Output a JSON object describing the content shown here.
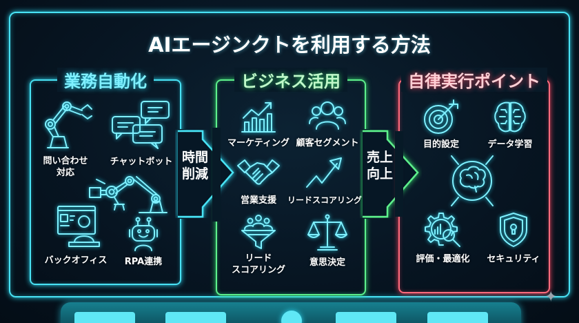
{
  "title": "AIエージンクトを利用する方法",
  "sections": [
    {
      "title": "業務自動化",
      "color": "#49e3f5",
      "items": [
        {
          "label": "問い合わせ\n対応",
          "label_lines": [
            "問い合わせ",
            "対応"
          ],
          "icon": "robot-arm-icon"
        },
        {
          "label": "チャットボット",
          "label_lines": [
            "チャットボット"
          ],
          "icon": "chat-bubbles-icon"
        },
        {
          "label": "",
          "label_lines": [],
          "icon": "robot-arm-gripper-icon"
        },
        {
          "label": "バックオフィス",
          "label_lines": [
            "バックオフィス"
          ],
          "icon": "office-worker-icon"
        },
        {
          "label": "RPA連携",
          "label_lines": [
            "RPA連携"
          ],
          "icon": "robot-face-icon"
        }
      ]
    },
    {
      "title": "ビジネス活用",
      "color": "#5ef08c",
      "items": [
        {
          "label": "マーケティング",
          "label_lines": [
            "マーケティング"
          ],
          "icon": "bar-chart-growth-icon"
        },
        {
          "label": "顧客セグメント",
          "label_lines": [
            "顧客セグメント"
          ],
          "icon": "user-group-icon"
        },
        {
          "label": "営業支援",
          "label_lines": [
            "営業支援"
          ],
          "icon": "handshake-icon"
        },
        {
          "label": "リードスコアリング",
          "label_lines": [
            "リードスコアリング"
          ],
          "icon": "trend-arrow-icon"
        },
        {
          "label": "リード\nスコアリング",
          "label_lines": [
            "リード",
            "スコアリング"
          ],
          "icon": "funnel-people-icon"
        },
        {
          "label": "意思決定",
          "label_lines": [
            "意思決定"
          ],
          "icon": "scales-icon"
        }
      ]
    },
    {
      "title": "自律実行ポイント",
      "color": "#ff6b7d",
      "items": [
        {
          "label": "目的設定",
          "label_lines": [
            "目的設定"
          ],
          "icon": "target-icon"
        },
        {
          "label": "データ学習",
          "label_lines": [
            "データ学習"
          ],
          "icon": "brain-icon"
        },
        {
          "label": "",
          "label_lines": [],
          "icon": "brain-circle-icon"
        },
        {
          "label": "評価・最適化",
          "label_lines": [
            "評価・最適化"
          ],
          "icon": "gear-magnifier-icon"
        },
        {
          "label": "セキュリティ",
          "label_lines": [
            "セキュリティ"
          ],
          "icon": "shield-lock-icon"
        }
      ]
    }
  ],
  "arrows": [
    {
      "label_lines": [
        "時間",
        "削減"
      ],
      "color": "#49e3f5"
    },
    {
      "label_lines": [
        "売上",
        "向上"
      ],
      "color": "#5ef08c"
    }
  ],
  "colors": {
    "background": "#071522",
    "cyan": "#49e3f5",
    "green": "#5ef08c",
    "red": "#ff6b7d",
    "icon": "#7ff0ff",
    "bottom_bar": "#17808f",
    "bottom_button": "#5fe7f5"
  },
  "bottom_bar": {
    "buttons": 4,
    "center_dot": true
  },
  "sparkle_icon": "✦"
}
